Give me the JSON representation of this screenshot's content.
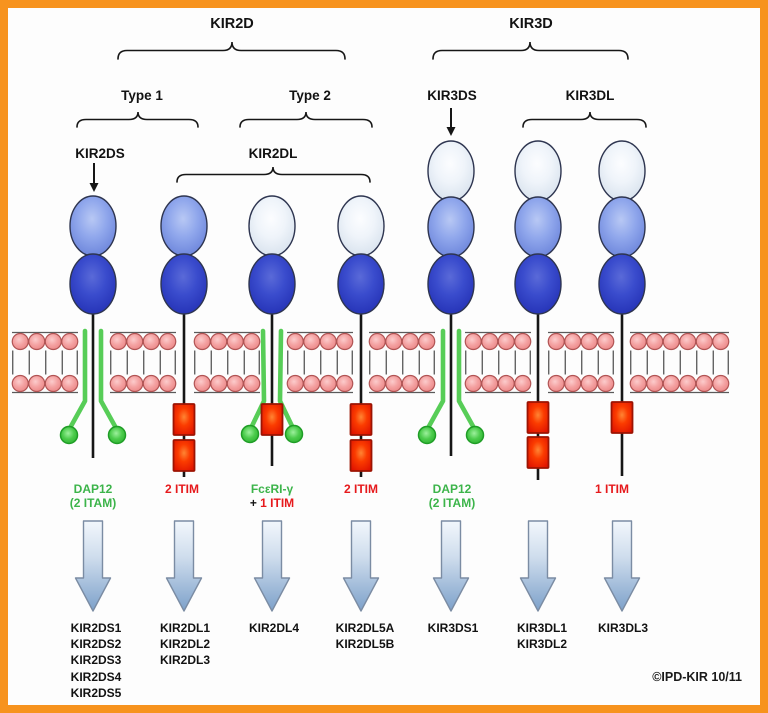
{
  "title_groups": {
    "kir2d": "KIR2D",
    "kir3d": "KIR3D",
    "type1": "Type 1",
    "type2": "Type 2",
    "kir2ds": "KIR2DS",
    "kir2dl": "KIR2DL",
    "kir3ds": "KIR3DS",
    "kir3dl": "KIR3DL"
  },
  "columns": [
    {
      "id": "kir2ds",
      "signal": {
        "line1": "DAP12",
        "line2": "(2 ITAM)"
      },
      "genes": [
        "KIR2DS1",
        "KIR2DS2",
        "KIR2DS3",
        "KIR2DS4",
        "KIR2DS5"
      ]
    },
    {
      "id": "kir2dl1-3",
      "signal": {
        "line1": "2 ITIM"
      },
      "genes": [
        "KIR2DL1",
        "KIR2DL2",
        "KIR2DL3"
      ]
    },
    {
      "id": "kir2dl4",
      "signal": {
        "line1": "FcεRI-γ",
        "plus": "+",
        "line2": "1 ITIM"
      },
      "genes": [
        "KIR2DL4"
      ]
    },
    {
      "id": "kir2dl5",
      "signal": {
        "line1": "2 ITIM"
      },
      "genes": [
        "KIR2DL5A",
        "KIR2DL5B"
      ]
    },
    {
      "id": "kir3ds1",
      "signal": {
        "line1": "DAP12",
        "line2": "(2 ITAM)"
      },
      "genes": [
        "KIR3DS1"
      ]
    },
    {
      "id": "kir3dl1-2",
      "genes": [
        "KIR3DL1",
        "KIR3DL2"
      ]
    },
    {
      "id": "kir3dl3",
      "signal": {
        "line1": "1 ITIM"
      },
      "genes": [
        "KIR3DL3"
      ]
    }
  ],
  "footer": {
    "copyright": "©IPD-KIR 10/11"
  },
  "colors": {
    "border_orange": "#F7931E",
    "activating_green_text": "#3CB44A",
    "inhibitory_red_text": "#E6191C",
    "adaptor_green": "#57CD57",
    "itim_red": "#EE2200",
    "membrane_pink": "#F4A2A2",
    "domain_dark_blue": "#3A4CCD",
    "domain_medium_blue": "#90A7EC",
    "domain_light_blue": "#EFF4FA",
    "arrow_steel_blue": "#7DA1CA"
  }
}
